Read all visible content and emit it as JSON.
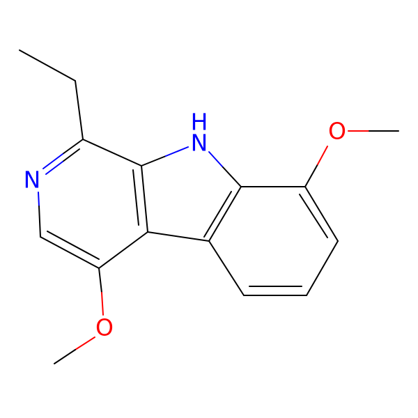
{
  "molecule": {
    "atoms": {
      "n_pyridine": "N",
      "nh": "H",
      "nh_n": "N",
      "o_top": "O",
      "o_bottom": "O"
    }
  },
  "colors": {
    "carbon_bond": "#000000",
    "nitrogen": "#0000ff",
    "oxygen": "#ff0000",
    "background": "#ffffff"
  }
}
